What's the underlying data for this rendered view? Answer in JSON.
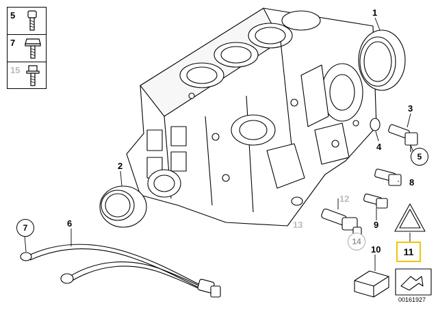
{
  "legend": {
    "items": [
      {
        "num": "5"
      },
      {
        "num": "7"
      },
      {
        "num": "15"
      }
    ]
  },
  "callouts": {
    "c1": "1",
    "c2": "2",
    "c3": "3",
    "c4": "4",
    "c5": "5",
    "c6": "6",
    "c7": "7",
    "c8": "8",
    "c9": "9",
    "c10": "10",
    "c11": "11",
    "c12": "12",
    "c13": "13",
    "c14": "14"
  },
  "reference_number": "00161927",
  "colors": {
    "line": "#000000",
    "highlight": "#f2c400",
    "dim": "#bbbbbb"
  }
}
